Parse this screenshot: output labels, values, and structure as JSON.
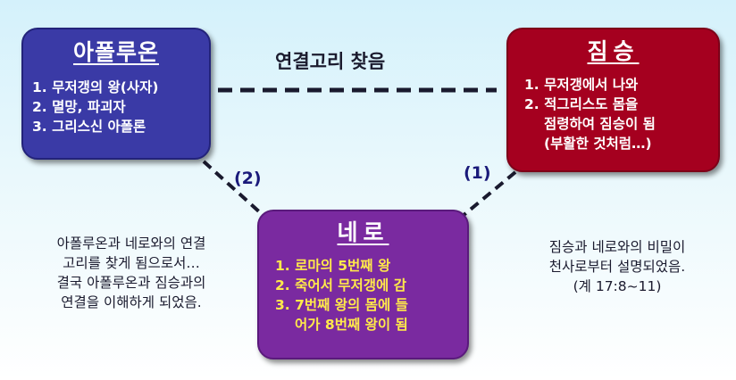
{
  "apollyon": {
    "title": "아폴루온",
    "items": [
      "무저갱의 왕(사자)",
      "멸망, 파괴자",
      "그리스신 아폴론"
    ]
  },
  "beast": {
    "title": "짐승",
    "items": [
      "무저갱에서 나와",
      "적그리스도 몸을",
      "점령하여 짐승이 됨",
      "(부활한 것처럼…)"
    ]
  },
  "nero": {
    "title": "네로",
    "items": [
      "로마의 5번째 왕",
      "죽어서 무저갱에 감",
      "7번째 왕의 몸에 들",
      "어가  8번째 왕이 됨"
    ]
  },
  "link_label": "연결고리 찾음",
  "step_1": "(1)",
  "step_2": "(2)",
  "note_left": [
    "아폴루온과 네로와의 연결",
    "고리를 찾게 됨으로서…",
    "결국 아폴루온과 짐승과의",
    "연결을 이해하게 되었음."
  ],
  "note_right": [
    "짐승과 네로와의 비밀이",
    "천사로부터 설명되었음.",
    "(계 17:8~11)"
  ],
  "colors": {
    "apollyon_box": "#3a3aa6",
    "beast_box": "#a5001f",
    "nero_box": "#7a2aa0",
    "nero_text": "#ffe94a",
    "connector": "#1a1a2e"
  }
}
